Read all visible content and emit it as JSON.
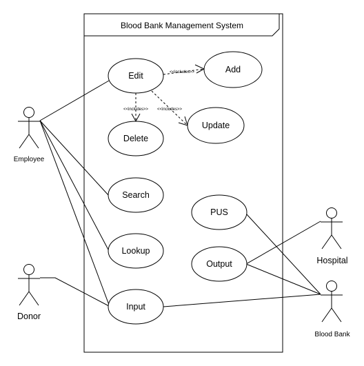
{
  "system": {
    "title": "Blood Bank Management System"
  },
  "use_cases": {
    "edit": "Edit",
    "add": "Add",
    "delete": "Delete",
    "update": "Update",
    "search": "Search",
    "lookup": "Lookup",
    "input": "Input",
    "pus": "PUS",
    "output": "Output"
  },
  "actors": {
    "employee": "Employee",
    "donor": "Donor",
    "hospital": "Hospital",
    "blood_bank": "Blood Bank"
  },
  "relations": {
    "includes_add": "<<includes>>",
    "includes_delete": "<<includes>>",
    "includes_update": "<<includes>>"
  }
}
